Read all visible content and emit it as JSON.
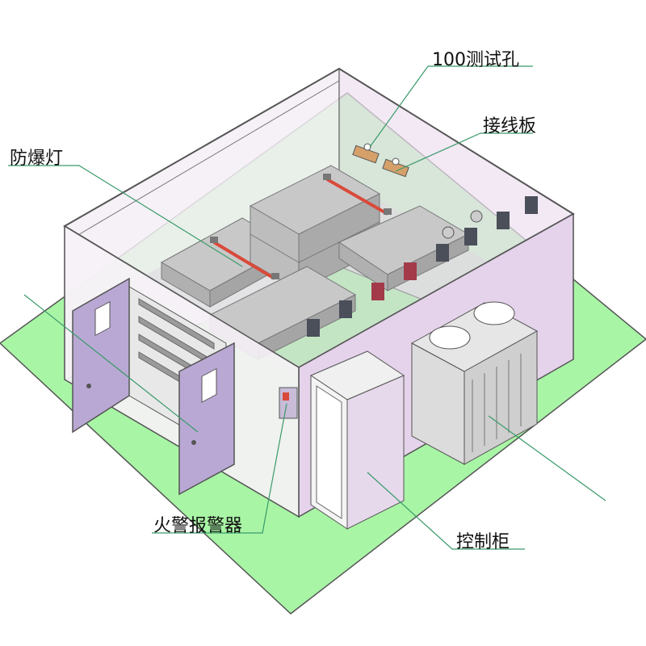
{
  "labels": {
    "test_holes": "100测试孔",
    "terminal_board": "接线板",
    "explosion_proof_lamp": "防爆灯",
    "fire_alarm": "火警报警器",
    "control_cabinet": "控制柜"
  },
  "colors": {
    "floor": "#a9f5a6",
    "room_outline": "#555555",
    "wall_tint": "#efe6f2",
    "right_wall": "#e4d3ea",
    "door": "#b9a8d4",
    "door_dark": "#8e7bb0",
    "callout_line": "#3a9a6a",
    "lamp_bar": "#d94a3a",
    "rack": "#b0b0b0",
    "tray": "#9a9a9a",
    "fan_motor": "#4a4f5a",
    "fan_red": "#a23a4a",
    "cabinet": "#f4f4f4",
    "chiller": "#dcdcdc"
  }
}
